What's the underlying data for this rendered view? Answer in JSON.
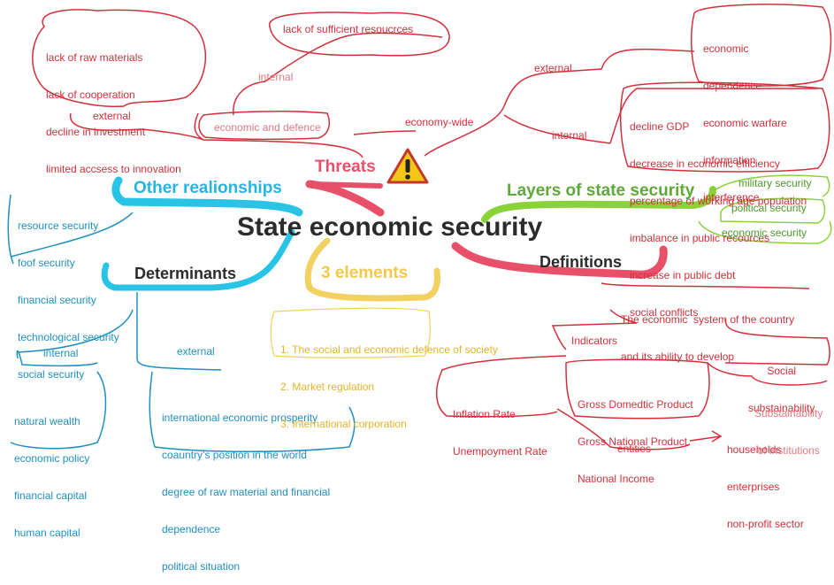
{
  "center": "State economic security",
  "threats": {
    "label": "Threats",
    "external_left": {
      "label": "external",
      "items": [
        "lack of raw materials",
        "lack of cooperation",
        "decline in investment",
        "limited accsess to innovation"
      ]
    },
    "internal_top": {
      "label": "internal",
      "item": "lack of sufficient resoucrces"
    },
    "economic_and_defence": "economic and defence",
    "economy_wide": "economy-wide",
    "external_right": {
      "label": "external",
      "items": [
        "economic",
        "dependence",
        "economic warfare",
        "information",
        "interference"
      ]
    },
    "internal_right": {
      "label": "internal",
      "items": [
        "decline GDP",
        "decrease in economic efficiency",
        "percentage of working age population",
        "imbalance in public recources",
        "increase in public debt",
        "social conflicts"
      ]
    }
  },
  "other_relationships": {
    "label": "Other realionships",
    "items": [
      "resource security",
      "foof security",
      "financial security",
      "technological security",
      "social security"
    ]
  },
  "determinants": {
    "label": "Determinants",
    "internal": {
      "label": "internal",
      "items": [
        "natural wealth",
        "economic policy",
        "financial capital",
        "human capital"
      ]
    },
    "external": {
      "label": "external",
      "items": [
        "international economic prosperity",
        "coauntry’s position in the world",
        "degree of raw material and financial",
        "dependence",
        "political situation"
      ]
    }
  },
  "three_elements": {
    "label": "3 elements",
    "items": [
      "1. The social and economic defence of society",
      "2. Market regulation",
      "3. International corporation"
    ]
  },
  "layers": {
    "label": "Layers of state security",
    "items": [
      "military security",
      "political security",
      "economic security"
    ]
  },
  "definitions": {
    "label": "Definitions",
    "system": [
      "The economic  system of the country",
      "and its ability to develop"
    ],
    "indicators": {
      "label": "Indicators",
      "rates": [
        "Inflation Rate",
        "Unempoyment Rate"
      ],
      "products": [
        "Gross Domedtic Product",
        "Gross National Product",
        "National Income"
      ]
    },
    "social_sustainability": [
      "Social",
      "substainability"
    ],
    "institutions": [
      "Substainability",
      "of institutions"
    ],
    "entities": {
      "label": "entities",
      "items": [
        "households",
        "enterprises",
        "non-profit sector"
      ]
    }
  },
  "colors": {
    "red": "#d32f3a",
    "blue": "#29c3e6",
    "green": "#8ad23a",
    "yellow": "#f2d160",
    "pink": "#e8506a"
  }
}
